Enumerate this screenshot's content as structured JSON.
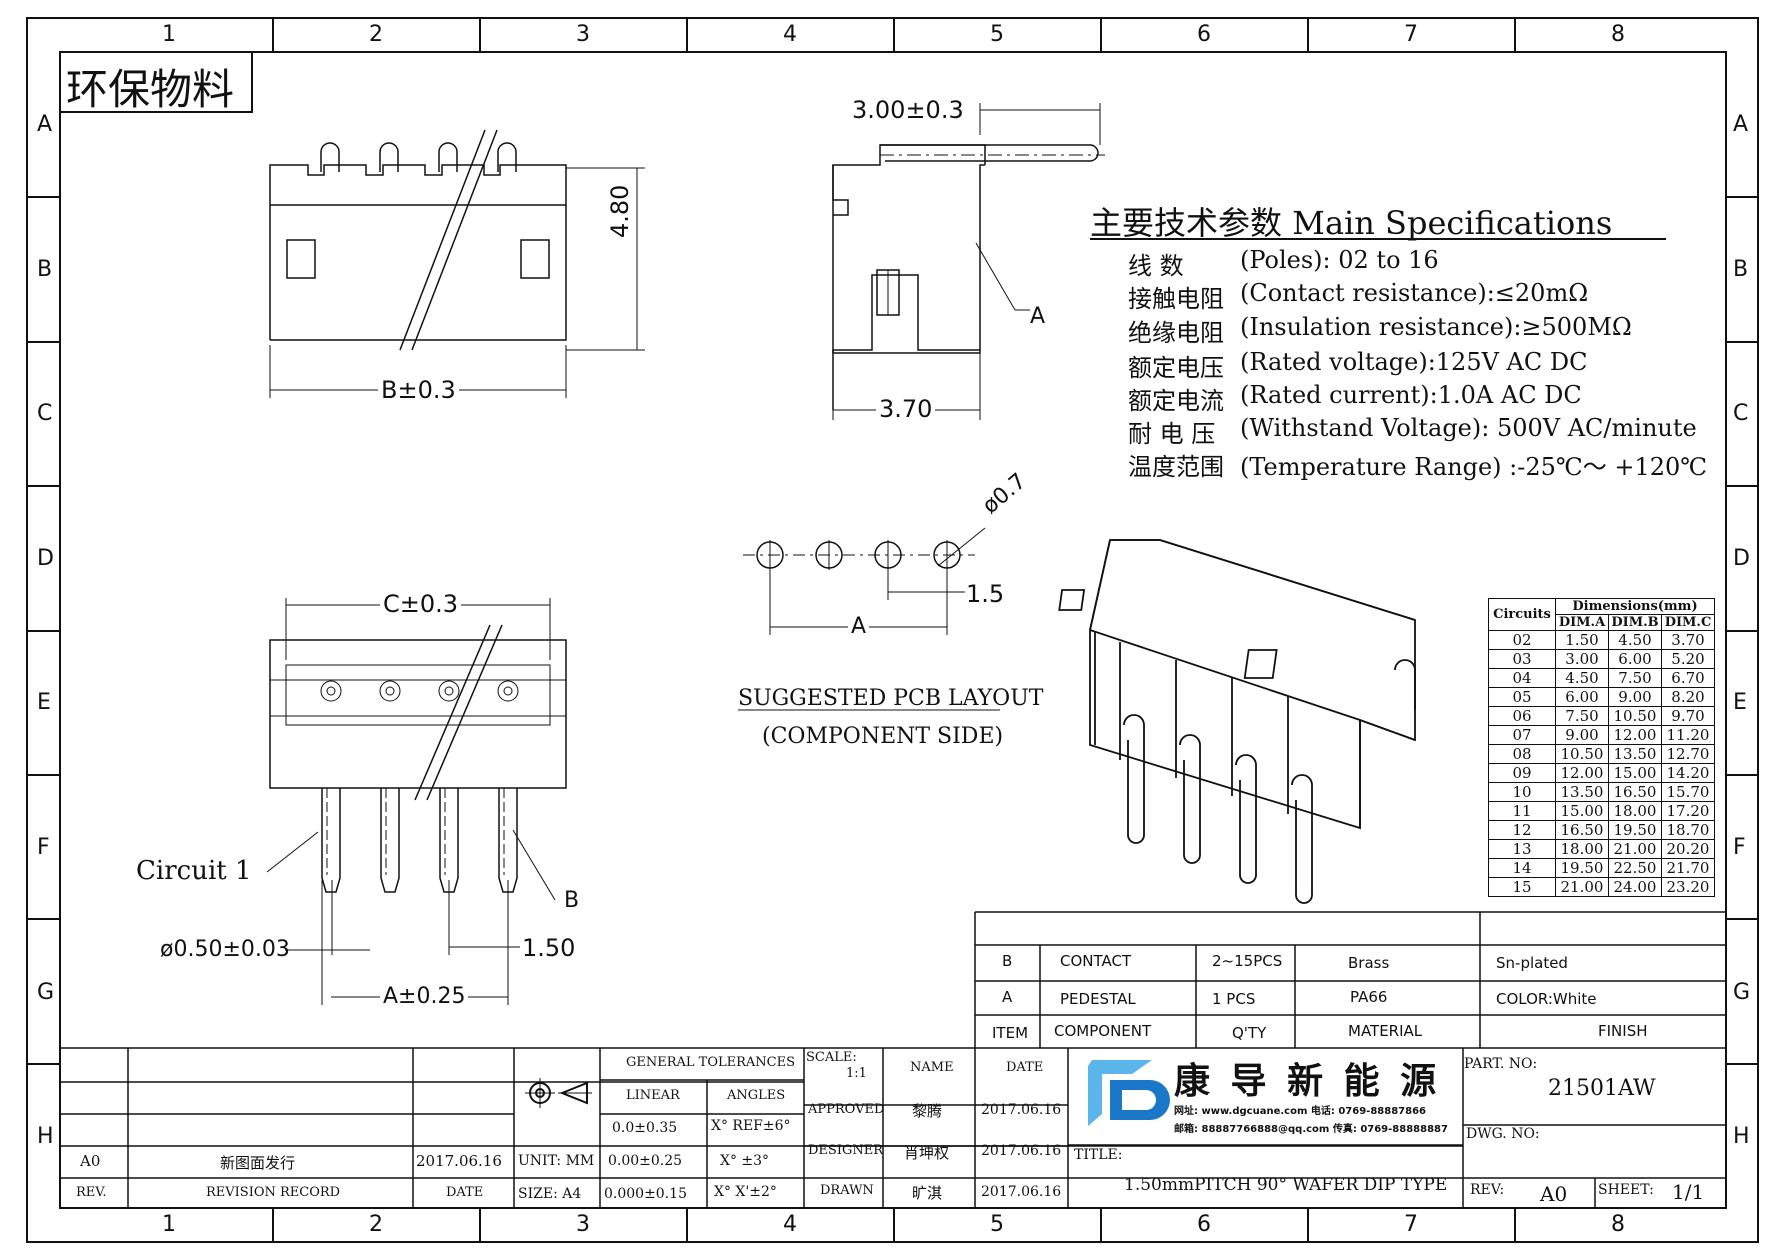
{
  "border": {
    "columns": [
      "1",
      "2",
      "3",
      "4",
      "5",
      "6",
      "7",
      "8"
    ],
    "rows": [
      "A",
      "B",
      "C",
      "D",
      "E",
      "F",
      "G",
      "H"
    ]
  },
  "stamp": "环保物料",
  "front_view": {
    "dim_height": "4.80",
    "dim_width": "B±0.3"
  },
  "side_view": {
    "dim_top": "3.00±0.3",
    "dim_bottom": "3.70",
    "label_a": "A"
  },
  "specs": {
    "title": "主要技术参数 Main Specifications",
    "rows": [
      {
        "cn": "线    数",
        "en": "(Poles): 02 to 16"
      },
      {
        "cn": "接触电阻",
        "en": "(Contact resistance):≤20mΩ"
      },
      {
        "cn": "绝缘电阻",
        "en": "(Insulation resistance):≥500MΩ"
      },
      {
        "cn": "额定电压",
        "en": "(Rated voltage):125V AC DC"
      },
      {
        "cn": "额定电流",
        "en": "(Rated current):1.0A AC DC"
      },
      {
        "cn": "耐 电 压",
        "en": "(Withstand Voltage): 500V AC/minute"
      },
      {
        "cn": "温度范围",
        "en": "(Temperature Range) :-25℃～ +120℃"
      }
    ]
  },
  "pcb_layout": {
    "dim_hole": "ø0.7",
    "dim_pitch": "1.5",
    "dim_a": "A",
    "title": "SUGGESTED PCB LAYOUT",
    "subtitle": "(COMPONENT SIDE)"
  },
  "bottom_view": {
    "dim_c": "C±0.3",
    "circuit_label": "Circuit 1",
    "dim_pin": "ø0.50±0.03",
    "dim_pitch": "1.50",
    "dim_a": "A±0.25",
    "label_b": "B"
  },
  "dim_table": {
    "header_circuits": "Circuits",
    "header_dims": "Dimensions(mm)",
    "columns": [
      "DIM.A",
      "DIM.B",
      "DIM.C"
    ],
    "rows": [
      [
        "02",
        "1.50",
        "4.50",
        "3.70"
      ],
      [
        "03",
        "3.00",
        "6.00",
        "5.20"
      ],
      [
        "04",
        "4.50",
        "7.50",
        "6.70"
      ],
      [
        "05",
        "6.00",
        "9.00",
        "8.20"
      ],
      [
        "06",
        "7.50",
        "10.50",
        "9.70"
      ],
      [
        "07",
        "9.00",
        "12.00",
        "11.20"
      ],
      [
        "08",
        "10.50",
        "13.50",
        "12.70"
      ],
      [
        "09",
        "12.00",
        "15.00",
        "14.20"
      ],
      [
        "10",
        "13.50",
        "16.50",
        "15.70"
      ],
      [
        "11",
        "15.00",
        "18.00",
        "17.20"
      ],
      [
        "12",
        "16.50",
        "19.50",
        "18.70"
      ],
      [
        "13",
        "18.00",
        "21.00",
        "20.20"
      ],
      [
        "14",
        "19.50",
        "22.50",
        "21.70"
      ],
      [
        "15",
        "21.00",
        "24.00",
        "23.20"
      ]
    ]
  },
  "bom": {
    "rows": [
      {
        "item": "B",
        "component": "CONTACT",
        "qty": "2~15PCS",
        "material": "Brass",
        "finish": "Sn-plated"
      },
      {
        "item": "A",
        "component": "PEDESTAL",
        "qty": "1  PCS",
        "material": "PA66",
        "finish": "COLOR:White"
      }
    ],
    "header": {
      "item": "ITEM",
      "component": "COMPONENT",
      "qty": "Q'TY",
      "material": "MATERIAL",
      "finish": "FINISH"
    }
  },
  "title_block": {
    "revision": {
      "rev": "A0",
      "record": "新图面发行",
      "date": "2017.06.16"
    },
    "revision_headers": {
      "rev": "REV.",
      "record": "REVISION RECORD",
      "date": "DATE"
    },
    "tolerances": {
      "title": "GENERAL TOLERANCES",
      "linear": "LINEAR",
      "angles": "ANGLES",
      "lin1": "0.0±0.35",
      "ang1": "X° REF±6°",
      "lin2": "0.00±0.25",
      "ang2": "X° ±3°",
      "lin3": "0.000±0.15",
      "ang3": "X° X'±2°"
    },
    "unit": "UNIT: MM",
    "size": "SIZE: A4",
    "scale_label": "SCALE:",
    "scale_value": "1:1",
    "name_header": "NAME",
    "date_header": "DATE",
    "approved": "APPROVED",
    "approved_name": "黎腾",
    "approved_date": "2017.06.16",
    "designer": "DESIGNER",
    "designer_name": "肖坤权",
    "designer_date": "2017.06.16",
    "drawn": "DRAWN",
    "drawn_name": "旷淇",
    "drawn_date": "2017.06.16",
    "company": "康 导 新 能 源",
    "company_line1": "网址: www.dgcuane.com   电话: 0769-88887866",
    "company_line2": "邮箱: 88887766888@qq.com  传真: 0769-88888887",
    "title_label": "TITLE:",
    "title_value": "1.50mmPITCH 90° WAFER DIP TYPE",
    "part_no_label": "PART. NO:",
    "part_no": "21501AW",
    "dwg_no_label": "DWG. NO:",
    "rev_label": "REV:",
    "rev_value": "A0",
    "sheet_label": "SHEET:",
    "sheet_value": "1/1",
    "colors": {
      "logo_blue": "#1b78c8",
      "logo_light": "#5bb5ea"
    }
  }
}
